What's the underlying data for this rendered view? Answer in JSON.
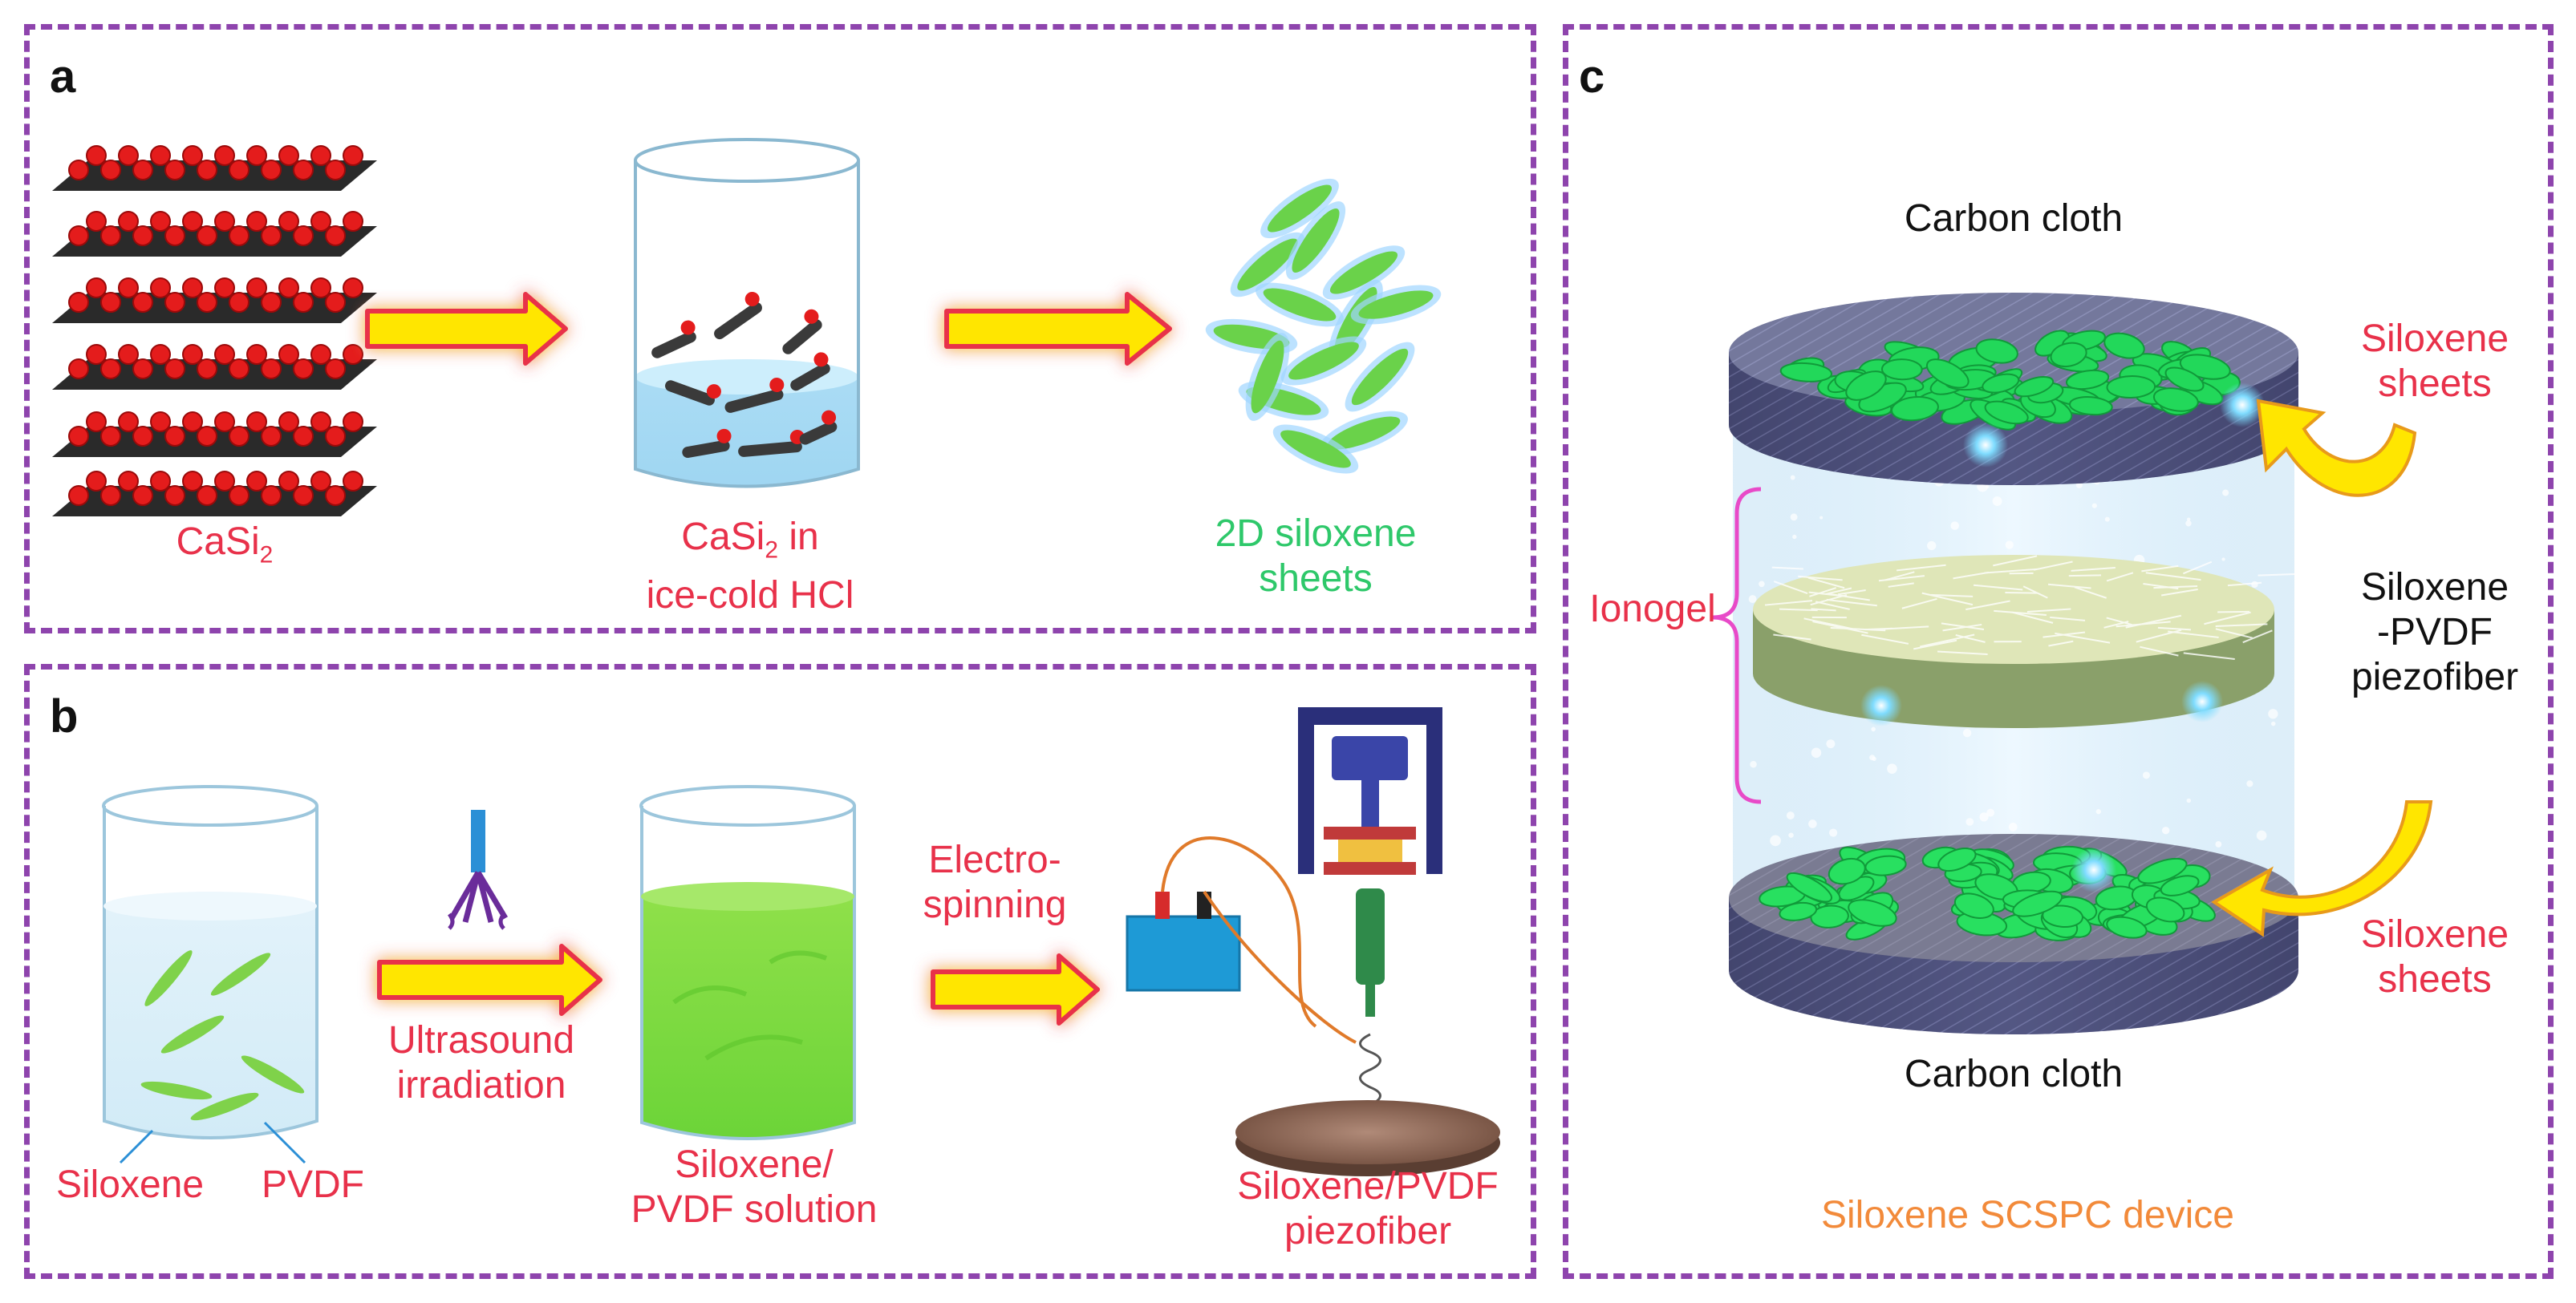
{
  "panels": {
    "a": {
      "label": "a",
      "casi2": "CaSi",
      "casi2_sub": "2",
      "casi2_in_line1_pre": "CaSi",
      "casi2_in_line1_sub": "2",
      "casi2_in_line1_post": " in",
      "casi2_in_line2": "ice-cold HCl",
      "product_line1": "2D siloxene",
      "product_line2": "sheets"
    },
    "b": {
      "label": "b",
      "siloxene": "Siloxene",
      "pvdf": "PVDF",
      "ultrasound_line1": "Ultrasound",
      "ultrasound_line2": "irradiation",
      "solution_line1": "Siloxene/",
      "solution_line2": "PVDF solution",
      "electro_line1": "Electro-",
      "electro_line2": "spinning",
      "fiber_line1": "Siloxene/PVDF",
      "fiber_line2": "piezofiber"
    },
    "c": {
      "label": "c",
      "carbon_top": "Carbon cloth",
      "carbon_bottom": "Carbon cloth",
      "sheets_top_line1": "Siloxene",
      "sheets_top_line2": "sheets",
      "sheets_bottom_line1": "Siloxene",
      "sheets_bottom_line2": "sheets",
      "ionogel": "Ionogel",
      "piezo_line1": "Siloxene",
      "piezo_line2": "-PVDF",
      "piezo_line3": "piezofiber",
      "device": "Siloxene SCSPC device"
    }
  },
  "colors": {
    "border": "#8e44ad",
    "label_red": "#e8314a",
    "label_green": "#2ec86a",
    "arrow_fill": "#ffe600",
    "arrow_stroke": "#e8314a",
    "siloxene_green": "#2ee86a",
    "ionogel_bracket": "#e84ac8"
  }
}
